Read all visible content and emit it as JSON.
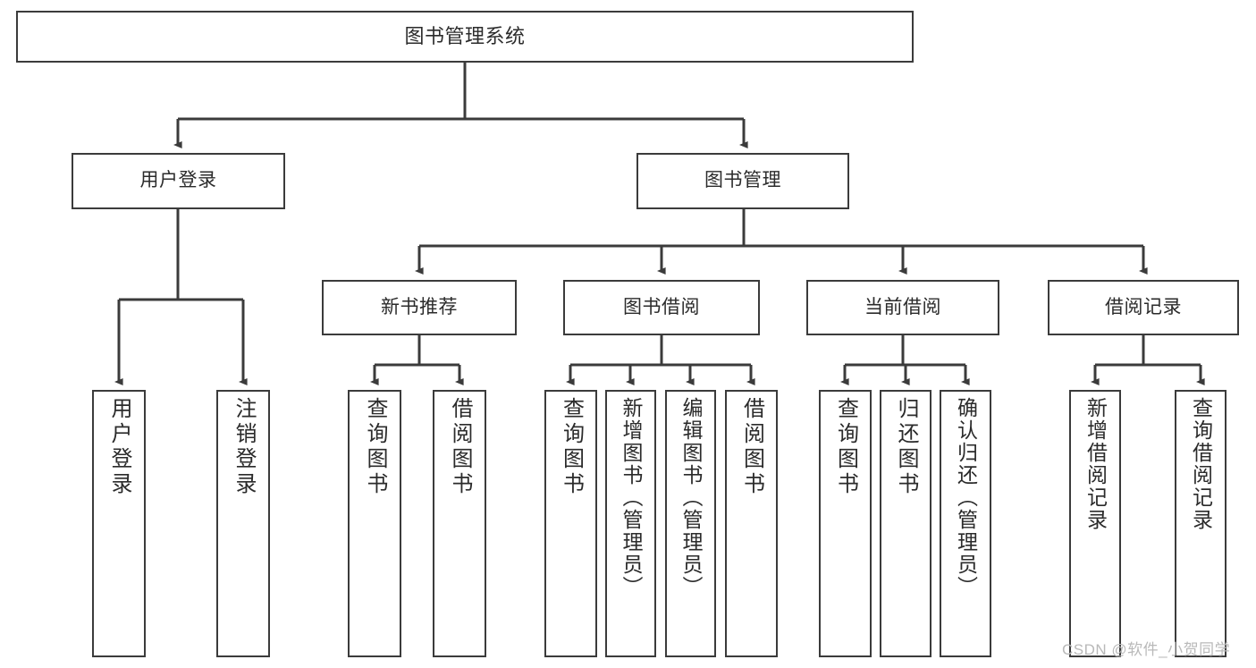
{
  "diagram": {
    "title": "图书管理系统",
    "type": "tree",
    "colors": {
      "line": "#3b3b3b",
      "box_fill": "#ffffff",
      "text": "#2b2b2b",
      "background": "#ffffff",
      "watermark": "#b9b9b9"
    },
    "nodes": {
      "root": {
        "label": "图书管理系统"
      },
      "level2": [
        {
          "id": "user-login",
          "label": "用户登录"
        },
        {
          "id": "book-manage",
          "label": "图书管理"
        }
      ],
      "level3": [
        {
          "id": "new-book-recommend",
          "label": "新书推荐"
        },
        {
          "id": "book-borrow",
          "label": "图书借阅"
        },
        {
          "id": "current-borrow",
          "label": "当前借阅"
        },
        {
          "id": "borrow-record",
          "label": "借阅记录"
        }
      ],
      "leaves": {
        "user_login": [
          {
            "id": "leaf-user-login",
            "label": "用户登录"
          },
          {
            "id": "leaf-logout-login",
            "label": "注销登录"
          }
        ],
        "new_book_recommend": [
          {
            "id": "leaf-query-book-1",
            "label": "查询图书"
          },
          {
            "id": "leaf-borrow-book-1",
            "label": "借阅图书"
          }
        ],
        "book_borrow": [
          {
            "id": "leaf-query-book-2",
            "label": "查询图书"
          },
          {
            "id": "leaf-add-book",
            "label": "新增图书（管理员）"
          },
          {
            "id": "leaf-edit-book",
            "label": "编辑图书（管理员）"
          },
          {
            "id": "leaf-borrow-book-2",
            "label": "借阅图书"
          }
        ],
        "current_borrow": [
          {
            "id": "leaf-query-book-3",
            "label": "查询图书"
          },
          {
            "id": "leaf-return-book",
            "label": "归还图书"
          },
          {
            "id": "leaf-confirm-return",
            "label": "确认归还（管理员）"
          }
        ],
        "borrow_record": [
          {
            "id": "leaf-add-record",
            "label": "新增借阅记录"
          },
          {
            "id": "leaf-query-record",
            "label": "查询借阅记录"
          }
        ]
      }
    }
  },
  "watermark": {
    "text": "CSDN @软件_小贺同学"
  }
}
